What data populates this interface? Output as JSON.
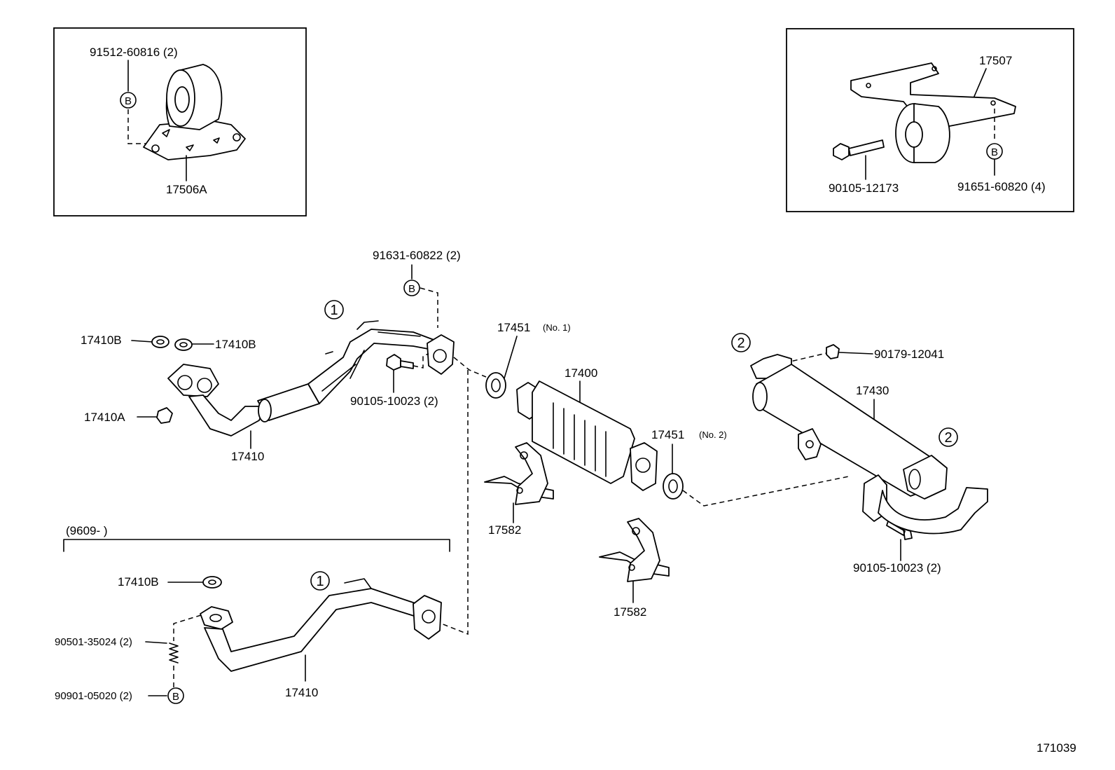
{
  "inset_left": {
    "bolt": "91512-60816 (2)",
    "bolt_marker": "B",
    "mount": "17506A"
  },
  "inset_right": {
    "bracket": "17507",
    "bolt": "90105-12173",
    "nut": "91651-60820 (4)",
    "nut_marker": "B"
  },
  "main": {
    "bolt_top": "91631-60822 (2)",
    "bolt_top_marker": "B",
    "callout_1": "1",
    "callout_1b": "1",
    "callout_2a": "2",
    "callout_2b": "2",
    "gasket_b_left": "17410B",
    "gasket_b_right": "17410B",
    "gasket_a": "17410A",
    "front_pipe": "17410",
    "stud": "90105-10023 (2)",
    "gasket_no1": "17451",
    "gasket_no1_note": "(No. 1)",
    "converter": "17400",
    "gasket_no2": "17451",
    "gasket_no2_note": "(No. 2)",
    "insulator_left": "17582",
    "insulator_right": "17582",
    "nut_top": "90179-12041",
    "tail_pipe": "17430",
    "tail_bolt": "90105-10023 (2)"
  },
  "variant": {
    "range": "(9609-          )",
    "gasket_b": "17410B",
    "spring": "90501-35024 (2)",
    "bolt": "90901-05020 (2)",
    "bolt_marker": "B",
    "pipe": "17410"
  },
  "figure_number": "171039"
}
